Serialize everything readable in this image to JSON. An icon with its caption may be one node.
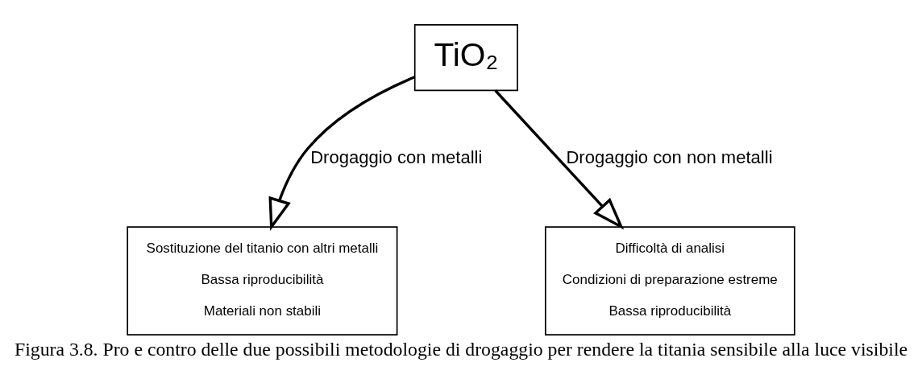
{
  "diagram": {
    "caption": "Figura 3.8. Pro e contro delle due possibili metodologie di drogaggio per rendere la titania sensibile alla luce visibile",
    "nodes": [
      {
        "text": [
          "Sostituzione del titanio con altri metalli",
          "Bassa riproducibilità",
          "Materiali non stabili"
        ]
      },
      {
        "text": [
          "TiO₂"
        ]
      },
      {
        "text": [
          "Difficoltà di analisi",
          "Condizioni di preparazione estreme",
          "Bassa riproducibilità"
        ]
      }
    ],
    "edges": [
      {
        "from": 1,
        "to": 0,
        "arrow": "to",
        "label": "Drogaggio con metalli"
      },
      {
        "from": 1,
        "to": 2,
        "arrow": "to",
        "label": "Drogaggio con non metalli"
      }
    ]
  }
}
